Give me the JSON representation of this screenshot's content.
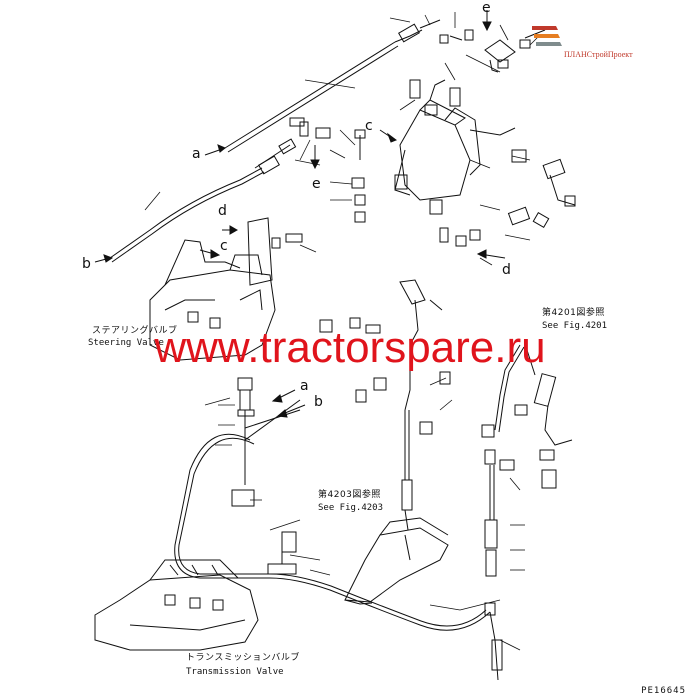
{
  "logo": {
    "text": "ПЛАНСтройПроект"
  },
  "watermark": {
    "text": "www.tractorspare.ru"
  },
  "labels": {
    "steering_valve_jp": "ステアリングバルブ",
    "steering_valve_en": "Steering Valve",
    "transmission_valve_jp": "トランスミッションバルブ",
    "transmission_valve_en": "Transmission Valve",
    "ref_4201_jp": "第4201図参照",
    "ref_4201_en": "See Fig.4201",
    "ref_4203_jp": "第4203図参照",
    "ref_4203_en": "See Fig.4203"
  },
  "arrow_letters": {
    "a_top": "a",
    "b_left": "b",
    "c_top": "c",
    "c_mid": "c",
    "d_top": "d",
    "d_right": "d",
    "e_top": "e",
    "e_mid": "e",
    "a_bottom": "a",
    "b_bottom": "b"
  },
  "page_number": "PE16645"
}
